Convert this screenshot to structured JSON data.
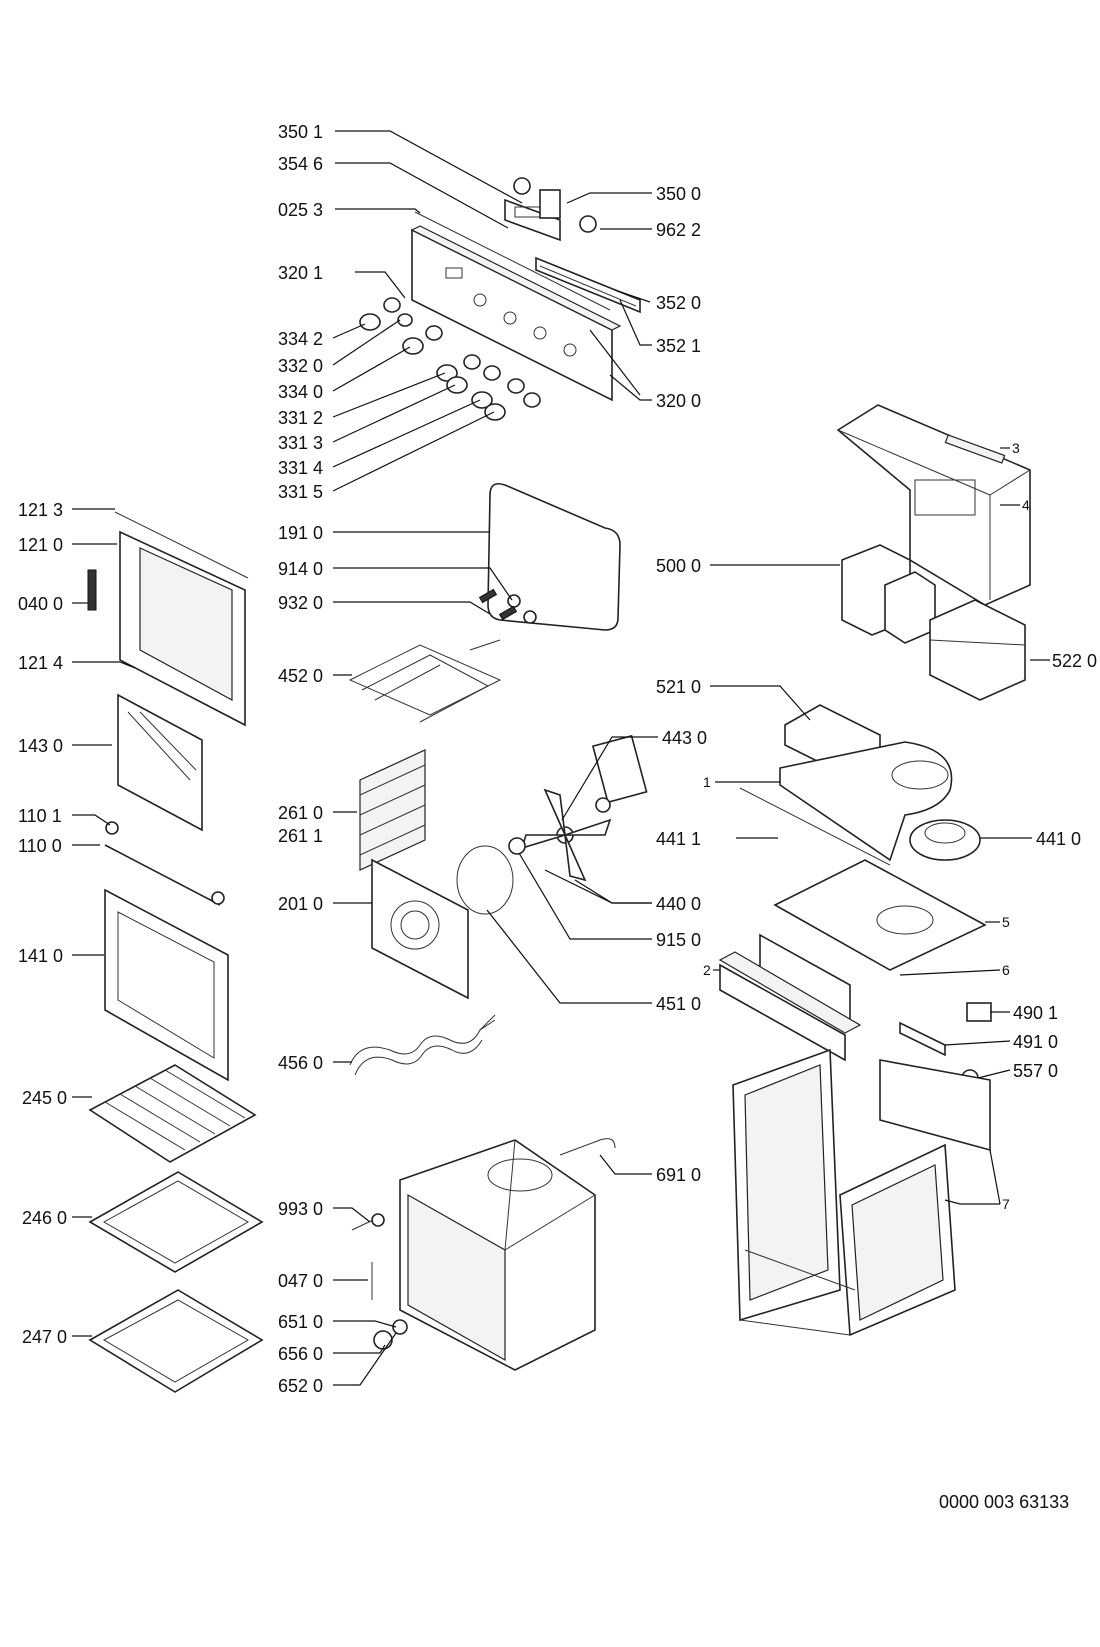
{
  "labels": [
    "350 1",
    "354 6",
    "025 3",
    "320 1",
    "334 2",
    "332 0",
    "334 0",
    "331 2",
    "331 3",
    "331 4",
    "331 5",
    "350 0",
    "962 2",
    "352 0",
    "352 1",
    "320 0",
    "121 3",
    "121 0",
    "040 0",
    "121 4",
    "143 0",
    "110 1",
    "110 0",
    "141 0",
    "245 0",
    "246 0",
    "247 0",
    "191 0",
    "914 0",
    "932 0",
    "452 0",
    "261 0",
    "261 1",
    "201 0",
    "456 0",
    "993 0",
    "047 0",
    "651 0",
    "656 0",
    "652 0",
    "443 0",
    "441 1",
    "440 0",
    "915 0",
    "451 0",
    "691 0",
    "500 0",
    "522 0",
    "521 0",
    "441 0",
    "490 1",
    "491 0",
    "557 0",
    "3",
    "4",
    "1",
    "5",
    "2",
    "6",
    "7"
  ],
  "doc_number": "0000 003 63133"
}
